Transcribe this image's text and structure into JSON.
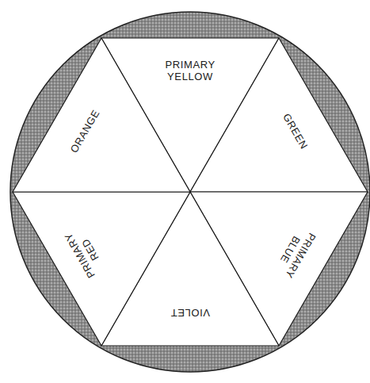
{
  "diagram": {
    "nodes": [
      {
        "text": [
          "PRIMARY YELLOW"
        ]
      },
      {
        "text": [
          "GREEN"
        ]
      },
      {
        "text": [
          "PRIMARY BLUE"
        ]
      },
      {
        "text": [
          "VIOLET"
        ]
      },
      {
        "text": [
          "PRIMARY RED"
        ]
      },
      {
        "text": [
          "ORANGE"
        ]
      }
    ]
  }
}
